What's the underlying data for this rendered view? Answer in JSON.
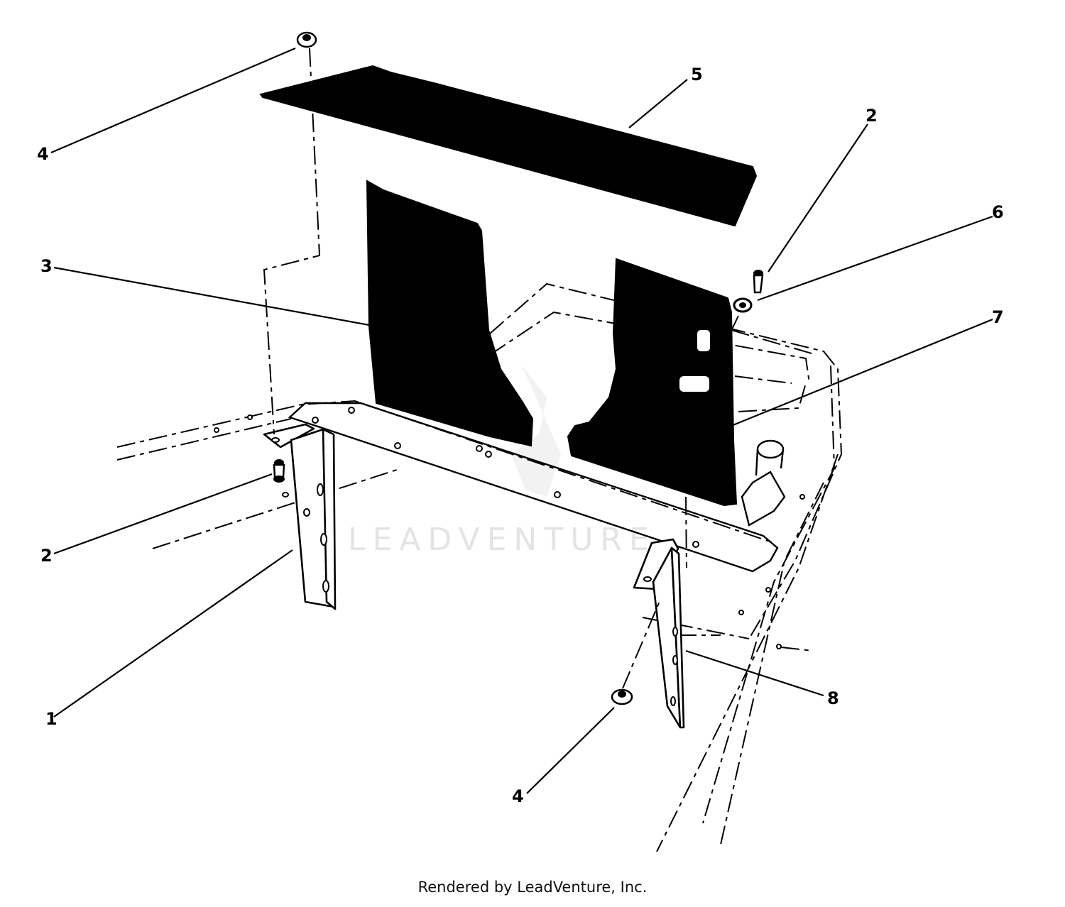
{
  "watermark": "LEADVENTURE",
  "footer": "Rendered by LeadVenture, Inc.",
  "callouts": {
    "c4_top": "4",
    "c5": "5",
    "c2_right": "2",
    "c6": "6",
    "c3": "3",
    "c7": "7",
    "c2_left": "2",
    "c1": "1",
    "c8": "8",
    "c4_bottom": "4"
  }
}
